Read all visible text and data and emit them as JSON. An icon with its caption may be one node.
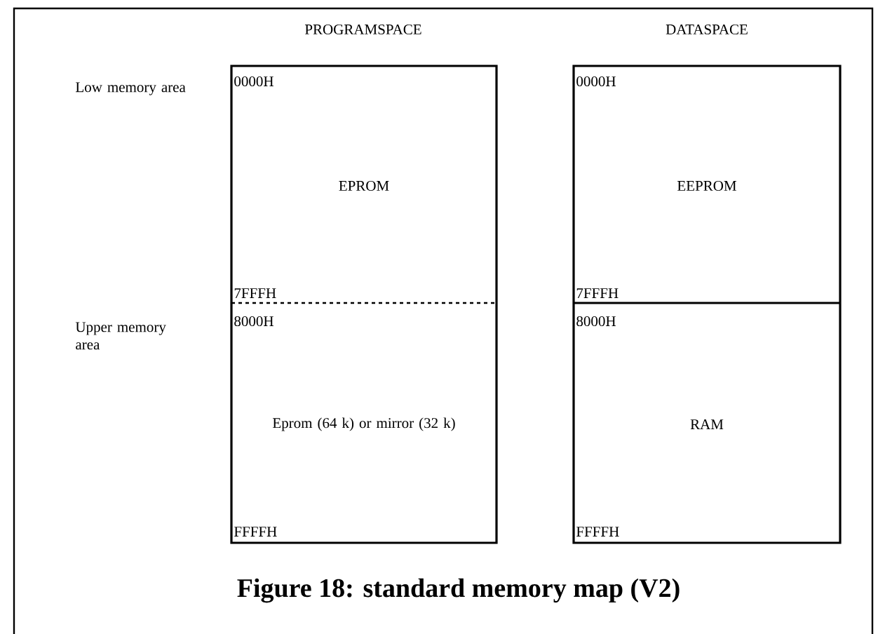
{
  "diagram": {
    "caption": "Figure 18: standard memory map (V2)",
    "nodes": [
      {
        "text": [
          "EPROM"
        ]
      },
      {
        "text": [
          "EEPROM"
        ]
      },
      {
        "text": [
          "Eprom (64 k) or mirror (32 k)"
        ]
      },
      {
        "text": [
          "RAM"
        ]
      }
    ],
    "labels": [
      "PROGRAMSPACE",
      "DATASPACE",
      "Low memory area",
      "0000H",
      "0000H",
      "7FFFH",
      "7FFFH",
      "Upper memory area",
      "8000H",
      "8000H",
      "FFFFH",
      "FFFFH"
    ]
  }
}
